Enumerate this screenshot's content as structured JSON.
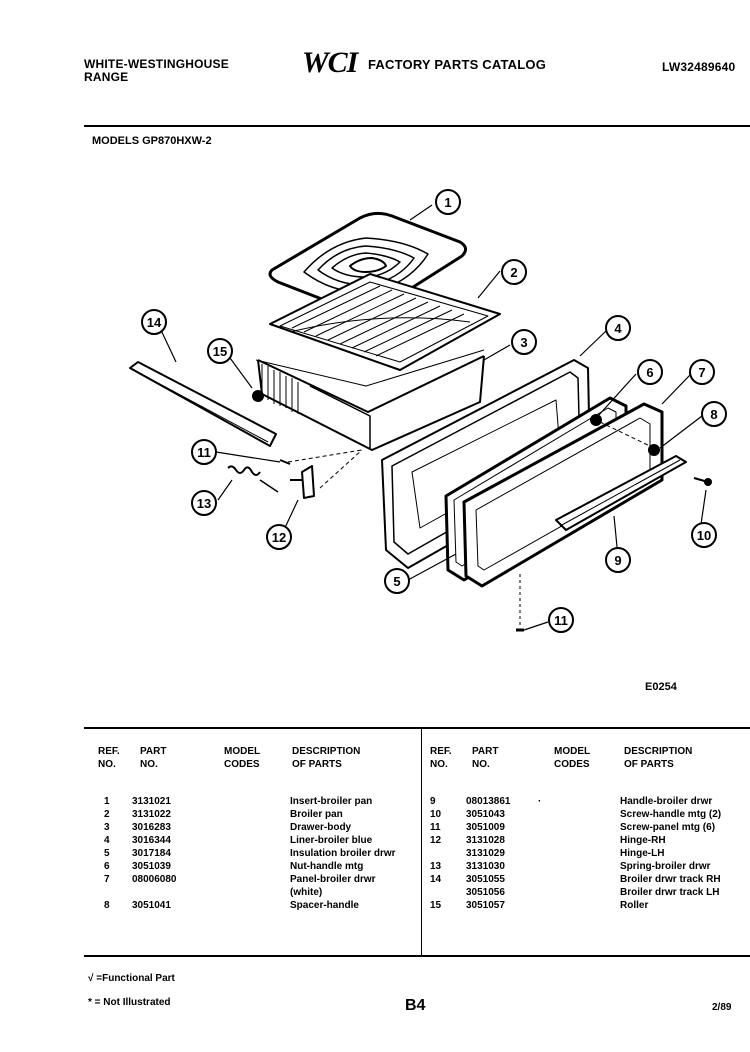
{
  "header": {
    "brand_line1": "WHITE-WESTINGHOUSE",
    "brand_line2": "RANGE",
    "logo": "WCI",
    "catalog_title": "FACTORY PARTS CATALOG",
    "doc_number": "LW32489640"
  },
  "models_label": "MODELS GP870HXW-2",
  "figure_id": "E0254",
  "callouts": [
    "1",
    "2",
    "3",
    "4",
    "5",
    "6",
    "7",
    "8",
    "9",
    "10",
    "11",
    "11",
    "12",
    "13",
    "14",
    "15"
  ],
  "table": {
    "headers": {
      "ref": "REF.\nNO.",
      "part": "PART\nNO.",
      "model": "MODEL\nCODES",
      "desc": "DESCRIPTION\nOF PARTS"
    },
    "left_rows": [
      {
        "ref": "1",
        "part": "3131021",
        "model": "",
        "desc": "Insert-broiler pan"
      },
      {
        "ref": "2",
        "part": "3131022",
        "model": "",
        "desc": "Broiler pan"
      },
      {
        "ref": "3",
        "part": "3016283",
        "model": "",
        "desc": "Drawer-body"
      },
      {
        "ref": "4",
        "part": "3016344",
        "model": "",
        "desc": "Liner-broiler blue"
      },
      {
        "ref": "5",
        "part": "3017184",
        "model": "",
        "desc": "Insulation broiler drwr"
      },
      {
        "ref": "6",
        "part": "3051039",
        "model": "",
        "desc": "Nut-handle mtg"
      },
      {
        "ref": "7",
        "part": "08006080",
        "model": "",
        "desc": "Panel-broiler drwr"
      },
      {
        "ref": "",
        "part": "",
        "model": "",
        "desc": "(white)"
      },
      {
        "ref": "8",
        "part": "3051041",
        "model": "",
        "desc": "Spacer-handle"
      }
    ],
    "right_rows": [
      {
        "ref": "9",
        "part": "08013861",
        "model": "·",
        "desc": "Handle-broiler drwr"
      },
      {
        "ref": "10",
        "part": "3051043",
        "model": "",
        "desc": "Screw-handle mtg (2)"
      },
      {
        "ref": "11",
        "part": "3051009",
        "model": "",
        "desc": "Screw-panel mtg (6)"
      },
      {
        "ref": "12",
        "part": "3131028",
        "model": "",
        "desc": "Hinge-RH"
      },
      {
        "ref": "",
        "part": "3131029",
        "model": "",
        "desc": "Hinge-LH"
      },
      {
        "ref": "13",
        "part": "3131030",
        "model": "",
        "desc": "Spring-broiler drwr"
      },
      {
        "ref": "14",
        "part": "3051055",
        "model": "",
        "desc": "Broiler drwr track RH"
      },
      {
        "ref": "",
        "part": "3051056",
        "model": "",
        "desc": "Broiler drwr track LH"
      },
      {
        "ref": "15",
        "part": "3051057",
        "model": "",
        "desc": "Roller"
      }
    ]
  },
  "footer": {
    "functional": "√ =Functional Part",
    "not_illustrated": "* = Not Illustrated",
    "page": "B4",
    "date": "2/89"
  }
}
